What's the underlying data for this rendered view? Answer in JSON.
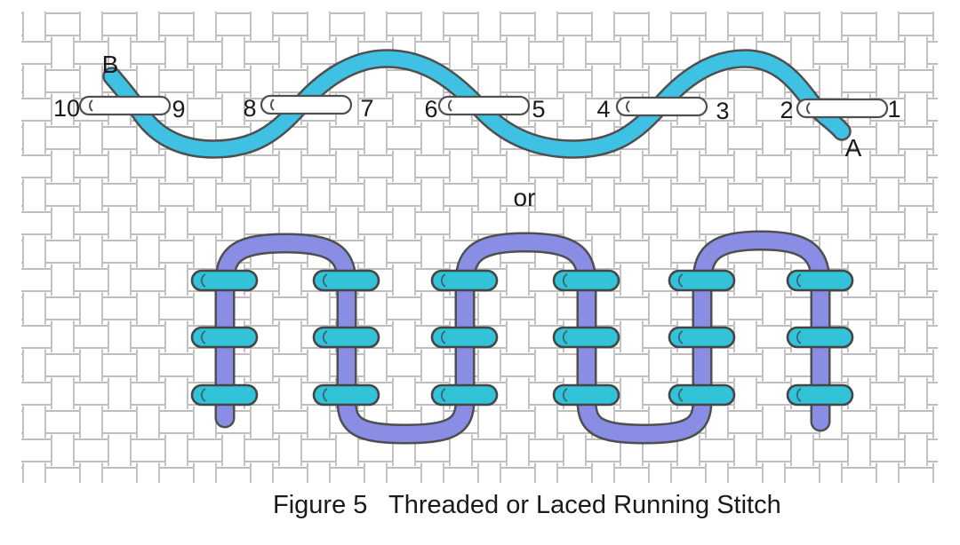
{
  "figure": {
    "caption_prefix": "Figure 5",
    "caption_title": "Threaded or Laced Running Stitch",
    "or_label": "or",
    "top_diagram": {
      "entry_point_label": "A",
      "exit_point_label": "B",
      "stitch_numbers": [
        "1",
        "2",
        "3",
        "4",
        "5",
        "6",
        "7",
        "8",
        "9",
        "10"
      ]
    }
  },
  "colors": {
    "thread_teal": "#3ec1e2",
    "thread_purple": "#8a8de4",
    "stitch_teal": "#32c3d9",
    "stitch_white": "#ffffff",
    "outline_gray": "#4f4f4f",
    "grid_line": "#a9a9a9",
    "label_black": "#1a1a1a"
  }
}
